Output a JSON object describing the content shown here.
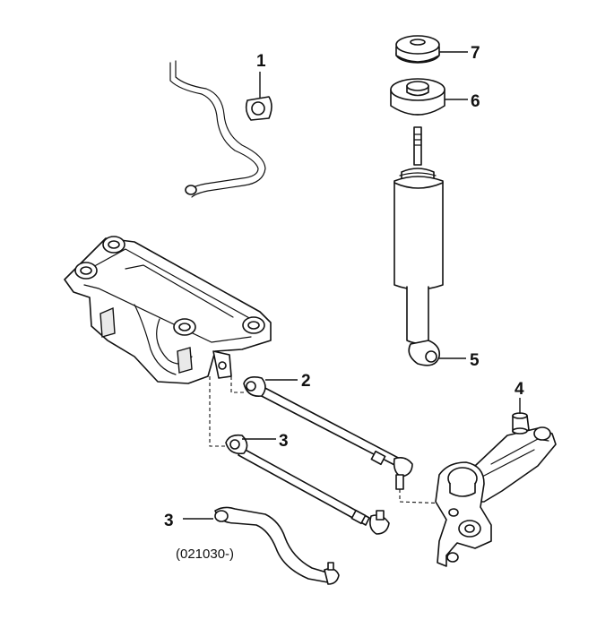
{
  "callouts": [
    {
      "id": "c1",
      "label": "1"
    },
    {
      "id": "c2",
      "label": "2"
    },
    {
      "id": "c3a",
      "label": "3"
    },
    {
      "id": "c3b",
      "label": "3"
    },
    {
      "id": "c4",
      "label": "4"
    },
    {
      "id": "c5",
      "label": "5"
    },
    {
      "id": "c6",
      "label": "6"
    },
    {
      "id": "c7",
      "label": "7"
    }
  ],
  "note": "(021030-)",
  "colors": {
    "line": "#111111",
    "background": "#ffffff"
  }
}
